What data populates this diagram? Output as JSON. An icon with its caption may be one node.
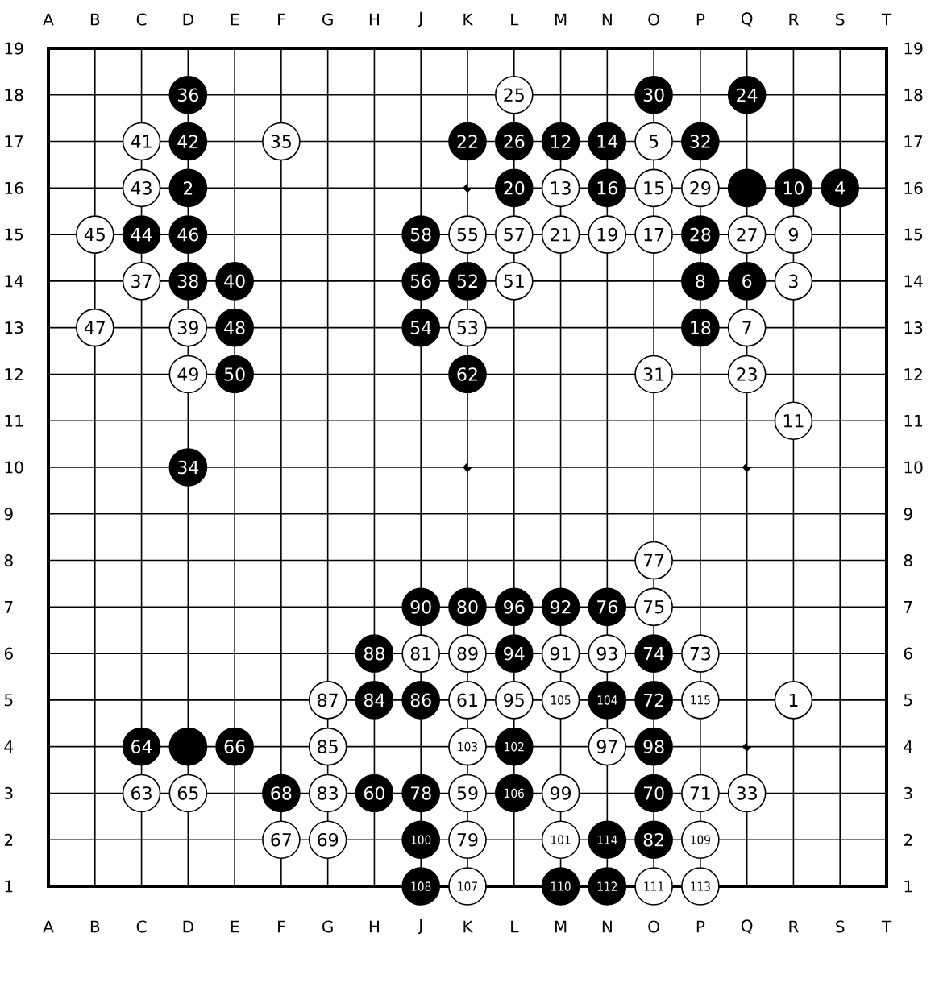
{
  "diagram": {
    "nodes": [
      {
        "text": [
          "36"
        ]
      },
      {
        "text": [
          "25"
        ]
      },
      {
        "text": [
          "30"
        ]
      },
      {
        "text": [
          "24"
        ]
      },
      {
        "text": [
          "41"
        ]
      },
      {
        "text": [
          "42"
        ]
      },
      {
        "text": [
          "35"
        ]
      },
      {
        "text": [
          "22"
        ]
      },
      {
        "text": [
          "26"
        ]
      },
      {
        "text": [
          "12"
        ]
      },
      {
        "text": [
          "14"
        ]
      },
      {
        "text": [
          "5"
        ]
      },
      {
        "text": [
          "32"
        ]
      },
      {
        "text": [
          "43"
        ]
      },
      {
        "text": [
          "2"
        ]
      },
      {
        "text": [
          "20"
        ]
      },
      {
        "text": [
          "13"
        ]
      },
      {
        "text": [
          "16"
        ]
      },
      {
        "text": [
          "15"
        ]
      },
      {
        "text": [
          "29"
        ]
      },
      {
        "text": [],
        "shape": "circle"
      },
      {
        "text": [
          "10"
        ]
      },
      {
        "text": [
          "4"
        ]
      },
      {
        "text": [
          "45"
        ]
      },
      {
        "text": [
          "44"
        ]
      },
      {
        "text": [
          "46"
        ]
      },
      {
        "text": [
          "58"
        ]
      },
      {
        "text": [
          "55"
        ]
      },
      {
        "text": [
          "57"
        ]
      },
      {
        "text": [
          "21"
        ]
      },
      {
        "text": [
          "19"
        ]
      },
      {
        "text": [
          "17"
        ]
      },
      {
        "text": [
          "28"
        ]
      },
      {
        "text": [
          "27"
        ]
      },
      {
        "text": [
          "9"
        ]
      },
      {
        "text": [
          "37"
        ]
      },
      {
        "text": [
          "38"
        ]
      },
      {
        "text": [
          "40"
        ]
      },
      {
        "text": [
          "56"
        ]
      },
      {
        "text": [
          "52"
        ]
      },
      {
        "text": [
          "51"
        ]
      },
      {
        "text": [
          "8"
        ]
      },
      {
        "text": [
          "6"
        ]
      },
      {
        "text": [
          "3"
        ]
      },
      {
        "text": [
          "47"
        ]
      },
      {
        "text": [
          "39"
        ]
      },
      {
        "text": [
          "48"
        ]
      },
      {
        "text": [
          "54"
        ]
      },
      {
        "text": [
          "53"
        ]
      },
      {
        "text": [
          "18"
        ]
      },
      {
        "text": [
          "7"
        ]
      },
      {
        "text": [
          "49"
        ]
      },
      {
        "text": [
          "50"
        ]
      },
      {
        "text": [
          "62"
        ]
      },
      {
        "text": [
          "31"
        ]
      },
      {
        "text": [
          "23"
        ]
      },
      {
        "text": [
          "11"
        ]
      },
      {
        "text": [
          "34"
        ]
      },
      {
        "text": [
          "77"
        ]
      },
      {
        "text": [
          "90"
        ]
      },
      {
        "text": [
          "80"
        ]
      },
      {
        "text": [
          "96"
        ]
      },
      {
        "text": [
          "92"
        ]
      },
      {
        "text": [
          "76"
        ]
      },
      {
        "text": [
          "75"
        ]
      },
      {
        "text": [
          "88"
        ]
      },
      {
        "text": [
          "81"
        ]
      },
      {
        "text": [
          "89"
        ]
      },
      {
        "text": [
          "94"
        ]
      },
      {
        "text": [
          "91"
        ]
      },
      {
        "text": [
          "93"
        ]
      },
      {
        "text": [
          "74"
        ]
      },
      {
        "text": [
          "73"
        ]
      },
      {
        "text": [
          "87"
        ]
      },
      {
        "text": [
          "84"
        ]
      },
      {
        "text": [
          "86"
        ]
      },
      {
        "text": [
          "61"
        ]
      },
      {
        "text": [
          "95"
        ]
      },
      {
        "text": [
          "105"
        ]
      },
      {
        "text": [
          "104"
        ]
      },
      {
        "text": [
          "72"
        ]
      },
      {
        "text": [
          "115"
        ]
      },
      {
        "text": [
          "1"
        ]
      },
      {
        "text": [
          "64"
        ]
      },
      {
        "text": [],
        "shape": "circle"
      },
      {
        "text": [
          "66"
        ]
      },
      {
        "text": [
          "85"
        ]
      },
      {
        "text": [
          "103"
        ]
      },
      {
        "text": [
          "102"
        ]
      },
      {
        "text": [
          "97"
        ]
      },
      {
        "text": [
          "98"
        ]
      },
      {
        "text": [
          "63"
        ]
      },
      {
        "text": [
          "65"
        ]
      },
      {
        "text": [
          "68"
        ]
      },
      {
        "text": [
          "83"
        ]
      },
      {
        "text": [
          "60"
        ]
      },
      {
        "text": [
          "78"
        ]
      },
      {
        "text": [
          "59"
        ]
      },
      {
        "text": [
          "106"
        ]
      },
      {
        "text": [
          "99"
        ]
      },
      {
        "text": [
          "70"
        ]
      },
      {
        "text": [
          "71"
        ]
      },
      {
        "text": [
          "33"
        ]
      },
      {
        "text": [
          "67"
        ]
      },
      {
        "text": [
          "69"
        ]
      },
      {
        "text": [
          "100"
        ]
      },
      {
        "text": [
          "79"
        ]
      },
      {
        "text": [
          "101"
        ]
      },
      {
        "text": [
          "114"
        ]
      },
      {
        "text": [
          "82"
        ]
      },
      {
        "text": [
          "109"
        ]
      },
      {
        "text": [
          "108"
        ]
      },
      {
        "text": [
          "107"
        ]
      },
      {
        "text": [
          "110"
        ]
      },
      {
        "text": [
          "112"
        ]
      },
      {
        "text": [
          "111"
        ]
      },
      {
        "text": [
          "113"
        ]
      }
    ],
    "labels": [
      "A",
      "B",
      "C",
      "D",
      "E",
      "F",
      "G",
      "H",
      "J",
      "K",
      "L",
      "M",
      "N",
      "O",
      "P",
      "Q",
      "R",
      "S",
      "T",
      "19",
      "19",
      "18",
      "18",
      "17",
      "17",
      "16",
      "16",
      "15",
      "15",
      "14",
      "14",
      "13",
      "13",
      "12",
      "12",
      "11",
      "11",
      "10",
      "10",
      "9",
      "9",
      "8",
      "8",
      "7",
      "7",
      "6",
      "6",
      "5",
      "5",
      "4",
      "4",
      "3",
      "3",
      "2",
      "2",
      "1",
      "1",
      "A",
      "B",
      "C",
      "D",
      "E",
      "F",
      "G",
      "H",
      "J",
      "K",
      "L",
      "M",
      "N",
      "O",
      "P",
      "Q",
      "R",
      "S",
      "T"
    ]
  }
}
